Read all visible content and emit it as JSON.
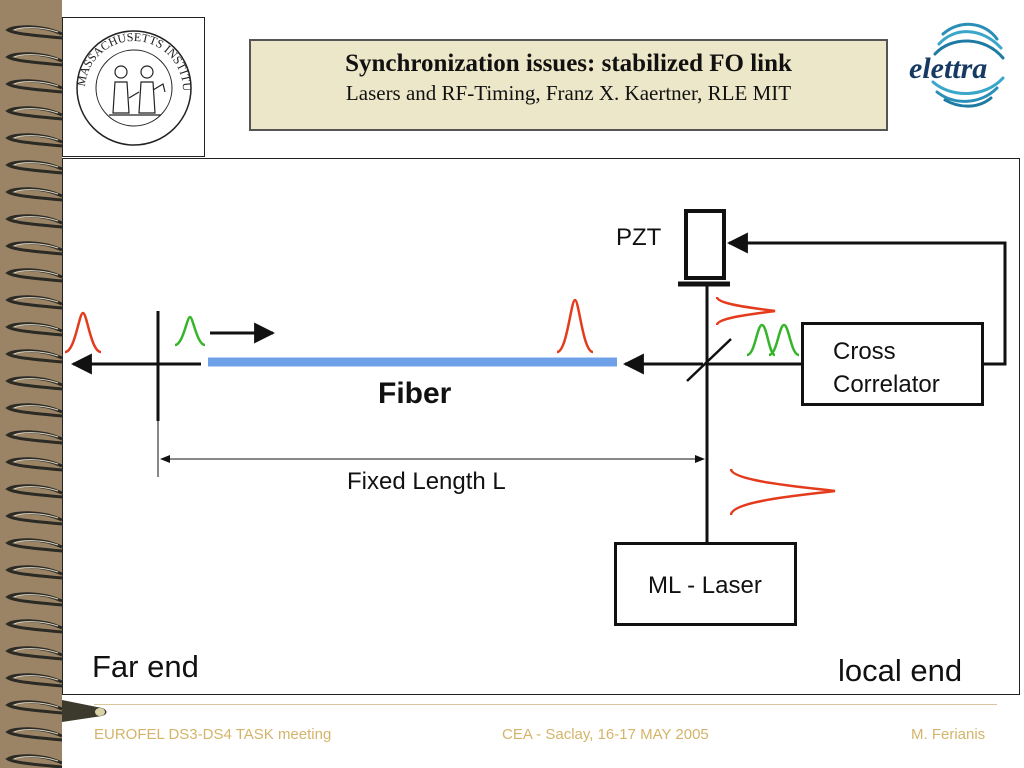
{
  "slide": {
    "title": "Synchronization issues: stabilized FO link",
    "subtitle": "Lasers and RF-Timing, Franz X. Kaertner, RLE MIT"
  },
  "logos": {
    "left": "mit-seal",
    "left_text": "MASSACHUSETTS INSTITUTE OF TECHNOLOGY",
    "right": "elettra-logo",
    "right_text": "elettra"
  },
  "diagram": {
    "pzt": "PZT",
    "fiber": "Fiber",
    "fixed_length": "Fixed Length L",
    "laser": "ML - Laser",
    "correlator_line1": "Cross",
    "correlator_line2": "Correlator",
    "far_end": "Far end",
    "local_end": "local end",
    "colors": {
      "fiber": "#6fa1e8",
      "pulse_red": "#e43b1d",
      "pulse_green": "#36b52a",
      "line": "#111111"
    }
  },
  "footer": {
    "left": "EUROFEL DS3-DS4 TASK meeting",
    "center": "CEA - Saclay, 16-17 MAY 2005",
    "right": "M. Ferianis"
  }
}
